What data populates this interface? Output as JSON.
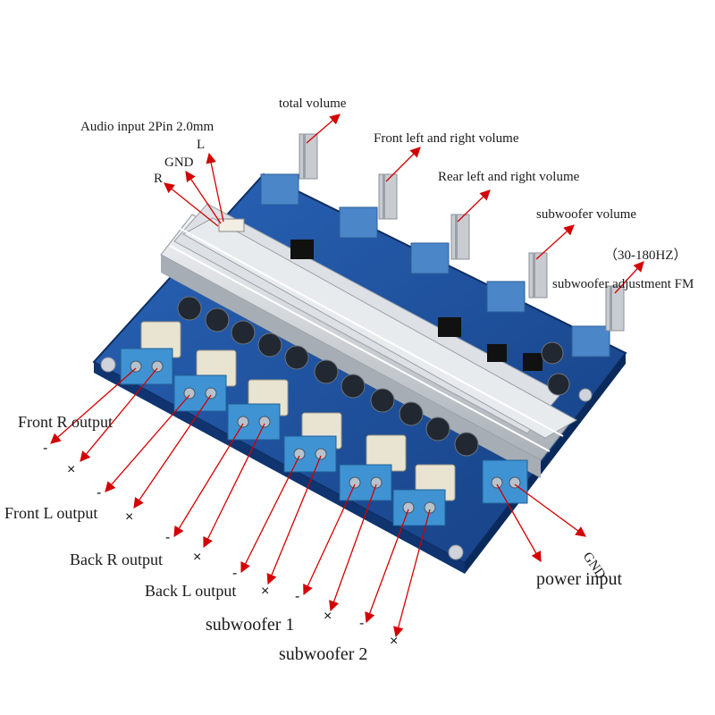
{
  "labels": {
    "total_volume": "total volume",
    "audio_input": "Audio input 2Pin 2.0mm",
    "pin_l": "L",
    "pin_gnd": "GND",
    "pin_r": "R",
    "front_lr_volume": "Front left and right volume",
    "rear_lr_volume": "Rear left and right volume",
    "subwoofer_volume": "subwoofer volume",
    "freq_range": "（30-180HZ）",
    "subwoofer_fm": "subwoofer adjustment FM",
    "front_r_output": "Front R output",
    "front_l_output": "Front L output",
    "back_r_output": "Back R output",
    "back_l_output": "Back L output",
    "subwoofer_1": "subwoofer 1",
    "subwoofer_2": "subwoofer 2",
    "power_input": "power input",
    "power_gnd": "GND",
    "minus": "-",
    "plus": "×"
  },
  "colors": {
    "arrow": "#d40000",
    "board": "#1d4f9e",
    "heatsink": "#c9cdd2",
    "terminal": "#3f93d3",
    "pot": "#4a86c8",
    "cap": "#222831",
    "coil": "#e9e4d2"
  }
}
